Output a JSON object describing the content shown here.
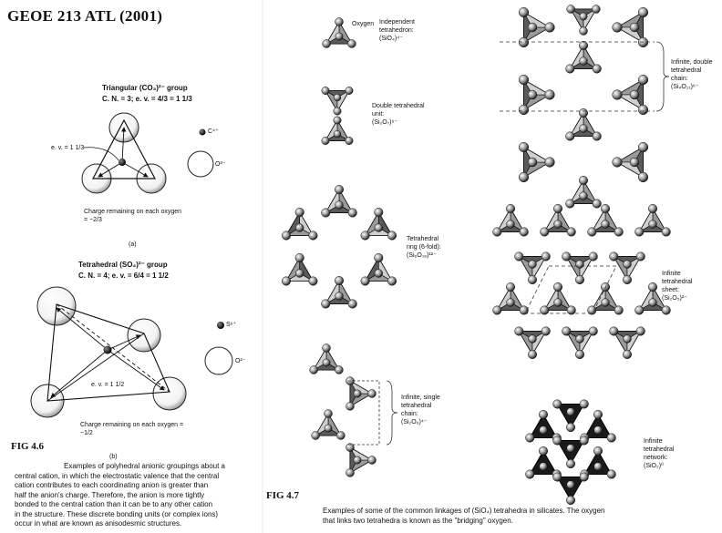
{
  "header": {
    "title": "GEOE 213 ATL (2001)"
  },
  "fig46": {
    "label": "FIG 4.6",
    "triangular": {
      "heading": "Triangular (CO₃)²⁻ group",
      "cn": "C. N. = 3; e. v. = 4/3 = 1 1/3",
      "ev_label": "e. v. = 1 1/3",
      "charge": "Charge remaining on each oxygen = −2/3",
      "cation": "C⁴⁺",
      "anion": "O²⁻",
      "sub": "(a)"
    },
    "tetrahedral": {
      "heading": "Tetrahedral (SO₄)²⁻ group",
      "cn": "C. N. = 4; e. v. = 6/4 = 1 1/2",
      "ev_label": "e. v. = 1 1/2",
      "charge": "Charge remaining on each oxygen = −1/2",
      "cation": "S⁶⁺",
      "anion": "O²⁻",
      "sub": "(b)"
    },
    "caption": [
      "Examples of polyhedral anionic groupings about a",
      "central cation, in which the electrostatic valence that the central",
      "cation contributes to each coordinating anion is greater than",
      "half the anion's charge. Therefore, the anion is more tightly",
      "bonded to the central cation than it can be to any other cation",
      "in the structure. These discrete bonding units (or complex ions)",
      "occur in what are known as anisodesmic structures."
    ]
  },
  "fig47": {
    "label": "FIG 4.7",
    "oxygen_label": "Oxygen",
    "labels": {
      "independent": [
        "Independent",
        "tetrahedron:",
        "(SiO₄)⁴⁻"
      ],
      "double": [
        "Double tetrahedral",
        "unit:",
        "(Si₂O₇)⁶⁻"
      ],
      "ring": [
        "Tetrahedral",
        "ring (6-fold):",
        "(Si₆O₁₈)¹²⁻"
      ],
      "single_chain": [
        "Infinite, single",
        "tetrahedral",
        "chain:",
        "(Si₂O₆)⁴⁻"
      ],
      "double_chain": [
        "Infinite, double",
        "tetrahedral",
        "chain:",
        "(Si₄O₁₁)⁶⁻"
      ],
      "sheet": [
        "Infinite",
        "tetrahedral",
        "sheet:",
        "(Si₂O₅)²⁻"
      ],
      "network": [
        "Infinite",
        "tetrahedral",
        "network:",
        "(SiO₂)⁰"
      ]
    },
    "caption": [
      "Examples of some of the common linkages of (SiO₄) tetrahedra in silicates. The oxygen",
      "that links two tetrahedra is known as the \"bridging\" oxygen."
    ]
  }
}
